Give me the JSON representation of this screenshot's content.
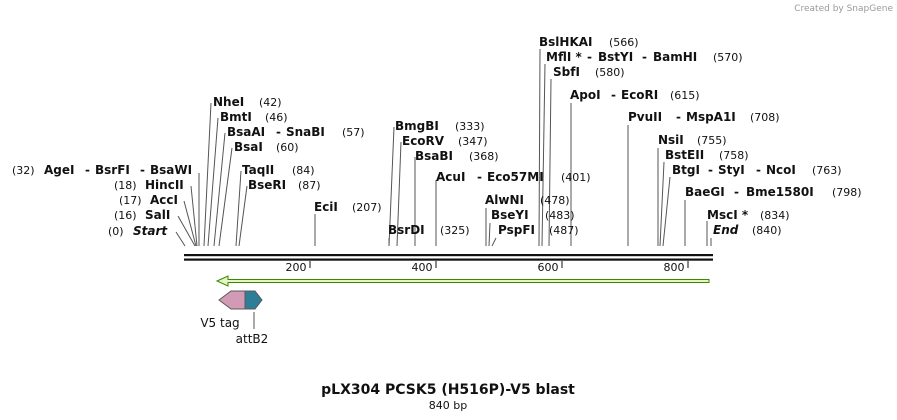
{
  "credit": "Created by SnapGene",
  "title": "pLX304 PCSK5 (H516P)-V5 blast",
  "length_label": "840 bp",
  "axis_ticks": [
    "200",
    "400",
    "600",
    "800"
  ],
  "sites": {
    "c_agei": "AgeI",
    "c_agei_pos": "(32)",
    "c_bsrfi": "BsrFI",
    "c_bsawi": "BsaWI",
    "c_hincii": "HincII",
    "c_hincii_pos": "(18)",
    "c_acci": "AccI",
    "c_acci_pos": "(17)",
    "c_sali": "SalI",
    "c_sali_pos": "(16)",
    "c_start": "Start",
    "c_start_pos": "(0)",
    "c_nhei": "NheI",
    "c_nhei_pos": "(42)",
    "c_bmti": "BmtI",
    "c_bmti_pos": "(46)",
    "c_bsaai": "BsaAI",
    "c_snabi": "SnaBI",
    "c_bsaai_pos": "(57)",
    "c_bsai": "BsaI",
    "c_bsai_pos": "(60)",
    "c_taqii": "TaqII",
    "c_taqii_pos": "(84)",
    "c_bseri": "BseRI",
    "c_bseri_pos": "(87)",
    "c_ecii": "EciI",
    "c_ecii_pos": "(207)",
    "c_bmgbi": "BmgBI",
    "c_bmgbi_pos": "(333)",
    "c_ecorv": "EcoRV",
    "c_ecorv_pos": "(347)",
    "c_bsabi": "BsaBI",
    "c_bsabi_pos": "(368)",
    "c_bsrdi": "BsrDI",
    "c_bsrdi_pos": "(325)",
    "c_acui": "AcuI",
    "c_eco57mi": "Eco57MI",
    "c_acui_pos": "(401)",
    "c_alwni": "AlwNI",
    "c_alwni_pos": "(478)",
    "c_bseyi": "BseYI",
    "c_bseyi_pos": "(483)",
    "c_pspfi": "PspFI",
    "c_pspfi_pos": "(487)",
    "c_bslhkai": "BslHKAI",
    "c_bslhkai_pos": "(566)",
    "c_mfli": "MflI *",
    "c_bstyi": "BstYI",
    "c_bamhi": "BamHI",
    "c_mfli_pos": "(570)",
    "c_sbfi": "SbfI",
    "c_sbfi_pos": "(580)",
    "c_apoi": "ApoI",
    "c_ecori": "EcoRI",
    "c_apoi_pos": "(615)",
    "c_pvuii": "PvuII",
    "c_mspa1i": "MspA1I",
    "c_pvuii_pos": "(708)",
    "c_nsii": "NsiI",
    "c_nsii_pos": "(755)",
    "c_bsteii": "BstEII",
    "c_bsteii_pos": "(758)",
    "c_btgi": "BtgI",
    "c_styi": "StyI",
    "c_ncoi": "NcoI",
    "c_btgi_pos": "(763)",
    "c_baegi": "BaeGI",
    "c_bme1580i": "Bme1580I",
    "c_baegi_pos": "(798)",
    "c_msci": "MscI *",
    "c_msci_pos": "(834)",
    "c_end": "End",
    "c_end_pos": "(840)",
    "dash": "-"
  },
  "features": {
    "v5_tag": "V5 tag",
    "attb2": "attB2"
  },
  "colors": {
    "orf_arrow": "#3a8a00",
    "orf_fill": "#e6f3c6",
    "v5_tag": "#d39ab6",
    "attb2": "#2e7e97"
  }
}
